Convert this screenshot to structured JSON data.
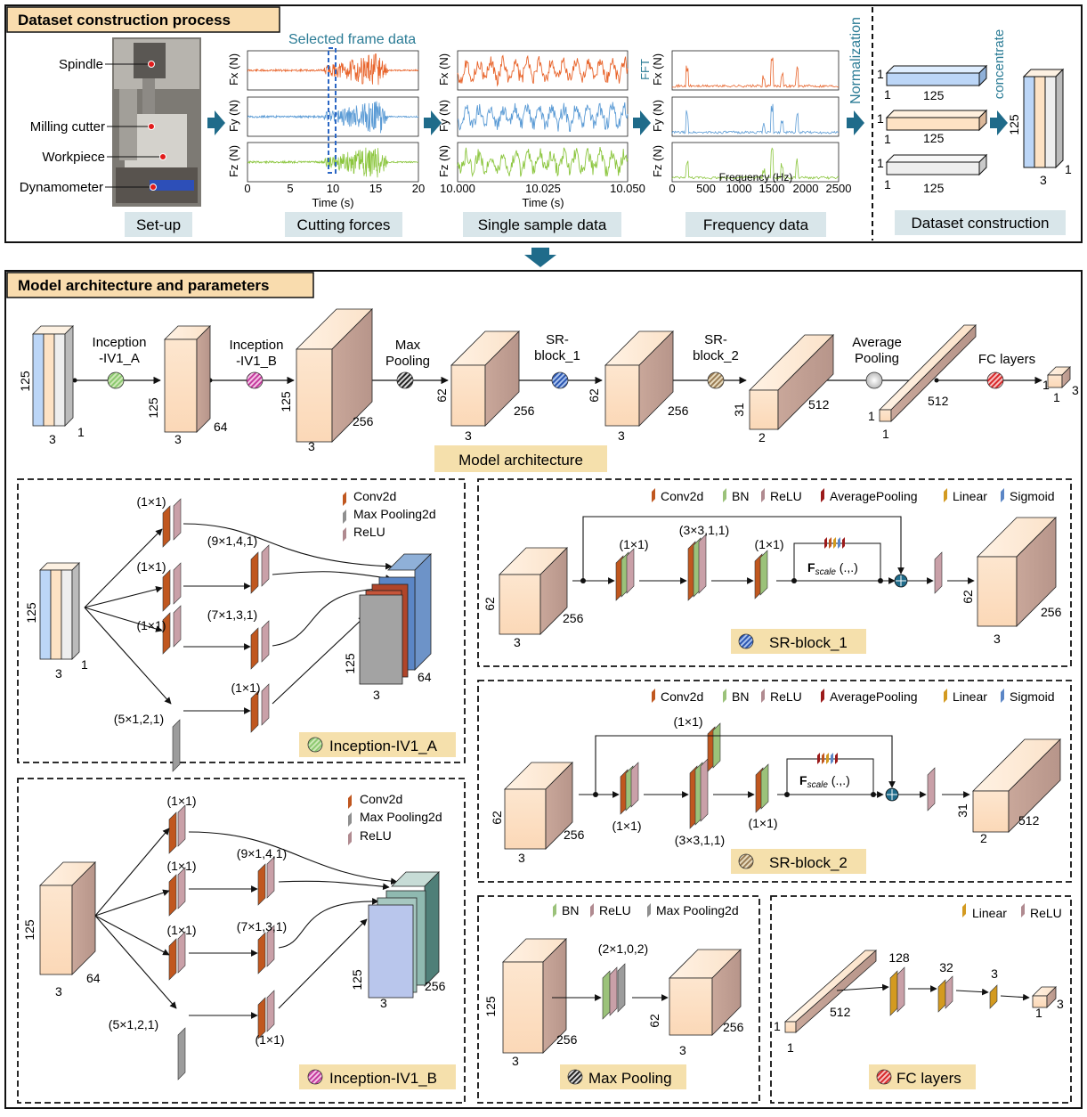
{
  "top_panel": {
    "title": "Dataset construction process",
    "setup": {
      "labels": [
        "Spindle",
        "Milling cutter",
        "Workpiece",
        "Dynamometer"
      ],
      "caption": "Set-up"
    },
    "cutting_forces": {
      "annotation": "Selected frame data",
      "ylabels": [
        "Fx (N)",
        "Fy (N)",
        "Fz (N)"
      ],
      "xticks": [
        "0",
        "5",
        "10",
        "15",
        "20"
      ],
      "xlabel": "Time (s)",
      "caption": "Cutting forces"
    },
    "single_sample": {
      "ylabels": [
        "Fx (N)",
        "Fy (N)",
        "Fz (N)"
      ],
      "xticks": [
        "10.000",
        "10.025",
        "10.050"
      ],
      "xlabel": "Time (s)",
      "caption": "Single sample data"
    },
    "frequency": {
      "transform_label": "FFT",
      "ylabels": [
        "Fx (N)",
        "Fy (N)",
        "Fz (N)"
      ],
      "xticks": [
        "0",
        "500",
        "1000",
        "1500",
        "2000",
        "2500"
      ],
      "xlabel": "Frequency (Hz)",
      "caption": "Frequency data"
    },
    "normalization_label": "Normalization",
    "concentrate_label": "concentrate",
    "dataset": {
      "bar_dims": {
        "h": "1",
        "w": "1",
        "len": "125"
      },
      "stack_dims": {
        "height": "125",
        "width": "3",
        "depth": "1"
      },
      "caption": "Dataset construction"
    },
    "colors": {
      "fx": "#e8642b",
      "fy": "#5b9bd5",
      "fz": "#8cc63f",
      "arrow": "#1f6b8a",
      "caption_bg": "#d9e6ea"
    }
  },
  "model": {
    "title": "Model architecture and parameters",
    "caption": "Model architecture",
    "ops": [
      "Inception\n-IV1_A",
      "Inception\n-IV1_B",
      "Max\nPooling",
      "SR-\nblock_1",
      "SR-\nblock_2",
      "Average\nPooling",
      "FC layers"
    ],
    "dims": {
      "input": [
        "125",
        "3",
        "1"
      ],
      "b1": [
        "125",
        "3",
        "64"
      ],
      "b2": [
        "125",
        "3",
        "256"
      ],
      "b3": [
        "62",
        "3",
        "256"
      ],
      "b4": [
        "62",
        "3",
        "256"
      ],
      "b5": [
        "31",
        "2",
        "512"
      ],
      "b6": [
        "1",
        "1",
        "512"
      ],
      "b7": [
        "1",
        "1",
        "3"
      ]
    }
  },
  "legend": {
    "conv2d": "Conv2d",
    "maxpool": "Max Pooling2d",
    "relu": "ReLU",
    "bn": "BN",
    "avgpool": "AveragePooling",
    "linear": "Linear",
    "sigmoid": "Sigmoid"
  },
  "inception_a": {
    "caption": "Inception-IV1_A",
    "kernels": [
      "(1×1)",
      "(1×1)",
      "(1×1)",
      "(5×1,2,1)",
      "(9×1,4,1)",
      "(7×1,3,1)",
      "(1×1)"
    ],
    "in_dims": [
      "125",
      "3",
      "1"
    ],
    "out_dims": [
      "125",
      "3",
      "64"
    ]
  },
  "inception_b": {
    "caption": "Inception-IV1_B",
    "kernels": [
      "(1×1)",
      "(1×1)",
      "(1×1)",
      "(5×1,2,1)",
      "(9×1,4,1)",
      "(7×1,3,1)",
      "(1×1)"
    ],
    "in_dims": [
      "125",
      "3",
      "64"
    ],
    "out_dims": [
      "125",
      "3",
      "256"
    ]
  },
  "sr1": {
    "caption": "SR-block_1",
    "kernels": [
      "(1×1)",
      "(3×3,1,1)",
      "(1×1)"
    ],
    "fscale": "F",
    "fscale_sub": "scale",
    "fscale_args": " (.,.)",
    "in_dims": [
      "62",
      "3",
      "256"
    ],
    "out_dims": [
      "62",
      "3",
      "256"
    ]
  },
  "sr2": {
    "caption": "SR-block_2",
    "kernels": [
      "(1×1)",
      "(1×1)",
      "(3×3,1,1)",
      "(1×1)"
    ],
    "fscale": "F",
    "fscale_sub": "scale",
    "fscale_args": " (.,.)",
    "in_dims": [
      "62",
      "3",
      "256"
    ],
    "out_dims": [
      "31",
      "2",
      "512"
    ]
  },
  "maxpool_box": {
    "caption": "Max Pooling",
    "kernel": "(2×1,0,2)",
    "in_dims": [
      "125",
      "3",
      "256"
    ],
    "out_dims": [
      "62",
      "3",
      "256"
    ]
  },
  "fc_box": {
    "caption": "FC layers",
    "sizes": [
      "128",
      "32",
      "3"
    ],
    "in_dims": [
      "1",
      "1",
      "512"
    ],
    "out_dims": [
      "1",
      "1",
      "3"
    ]
  }
}
